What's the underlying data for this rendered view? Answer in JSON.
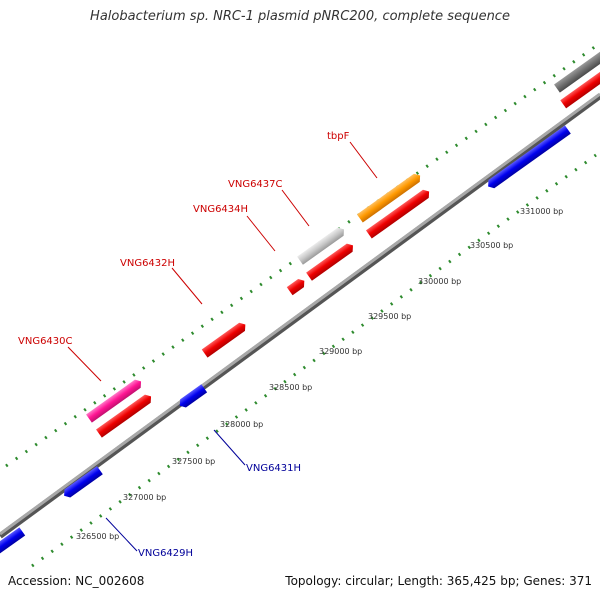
{
  "title": "Halobacterium sp. NRC-1 plasmid pNRC200, complete sequence",
  "footer": {
    "accession": "Accession: NC_002608",
    "summary": "Topology: circular; Length: 365,425 bp; Genes: 371"
  },
  "colors": {
    "backbone": "#8a8a8a",
    "tick": "#2e8b2e",
    "forward_label": "#cc0000",
    "reverse_label": "#000099",
    "scale_label": "#333333"
  },
  "scale_labels": [
    "326500 bp",
    "327000 bp",
    "327500 bp",
    "328000 bp",
    "328500 bp",
    "329000 bp",
    "329500 bp",
    "330000 bp",
    "330500 bp",
    "331000 bp"
  ],
  "features": [
    {
      "name": "VNG6430C",
      "labelled": true,
      "color": "pink",
      "strand": "forward"
    },
    {
      "name": "VNG6432H",
      "labelled": true,
      "color": "red",
      "strand": "forward"
    },
    {
      "name": "VNG6434H",
      "labelled": true,
      "color": "red",
      "strand": "forward"
    },
    {
      "name": "VNG6437C",
      "labelled": true,
      "color": "lightgray",
      "strand": "forward"
    },
    {
      "name": "tbpF",
      "labelled": true,
      "color": "orange",
      "strand": "forward"
    },
    {
      "name": "VNG6429H",
      "labelled": true,
      "color": "blue",
      "strand": "reverse"
    },
    {
      "name": "VNG6431H",
      "labelled": true,
      "color": "blue",
      "strand": "reverse"
    }
  ]
}
